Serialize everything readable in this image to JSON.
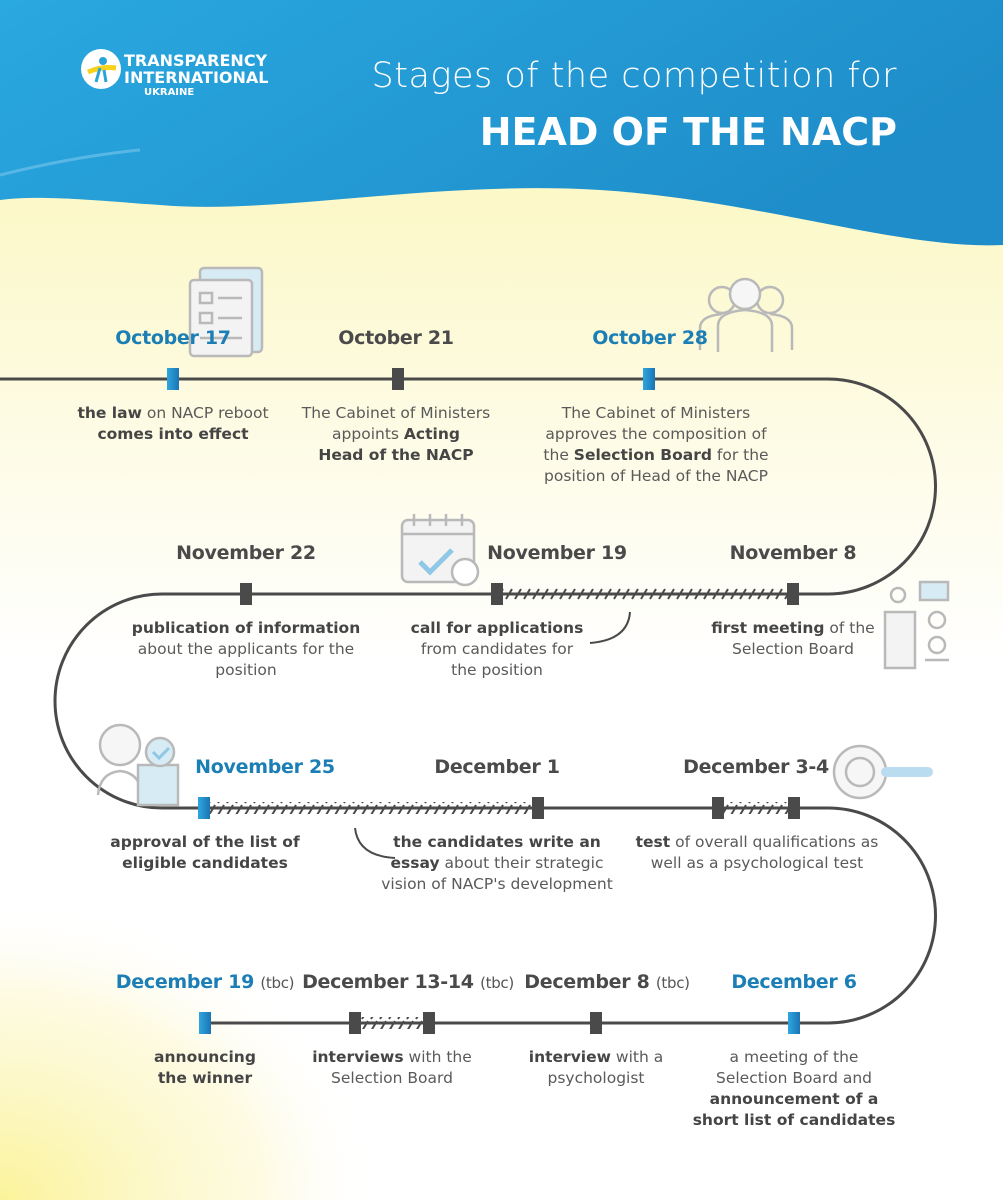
{
  "logo": {
    "line1": "TRANSPARENCY",
    "line2": "INTERNATIONAL",
    "line3": "UKRAINE"
  },
  "title": {
    "line1": "Stages of the competition for",
    "line2": "HEAD OF THE NACP"
  },
  "colors": {
    "blue": "#1b7fb6",
    "dark": "#4a4a4a",
    "header": "#29a3dc",
    "yellow": "#fbf6b5"
  },
  "stages": [
    {
      "date": "October 17",
      "tbc": "",
      "highlight": true,
      "desc": [
        [
          {
            "t": "the law",
            "b": true
          },
          {
            "t": " on NACP reboot"
          }
        ],
        [
          {
            "t": "comes into effect",
            "b": true
          }
        ]
      ]
    },
    {
      "date": "October 21",
      "tbc": "",
      "highlight": false,
      "desc": [
        [
          {
            "t": "The Cabinet of Ministers"
          }
        ],
        [
          {
            "t": "appoints "
          },
          {
            "t": "Acting",
            "b": true
          }
        ],
        [
          {
            "t": "Head of the NACP",
            "b": true
          }
        ]
      ]
    },
    {
      "date": "October 28",
      "tbc": "",
      "highlight": true,
      "desc": [
        [
          {
            "t": "The Cabinet of Ministers"
          }
        ],
        [
          {
            "t": "approves the composition of"
          }
        ],
        [
          {
            "t": "the "
          },
          {
            "t": "Selection Board",
            "b": true
          },
          {
            "t": " for the"
          }
        ],
        [
          {
            "t": "position of Head of the NACP"
          }
        ]
      ]
    },
    {
      "date": "November 8",
      "tbc": "",
      "highlight": false,
      "desc": [
        [
          {
            "t": "first meeting",
            "b": true
          },
          {
            "t": " of the"
          }
        ],
        [
          {
            "t": "Selection Board"
          }
        ]
      ]
    },
    {
      "date": "November 19",
      "tbc": "",
      "highlight": false,
      "desc": [
        [
          {
            "t": "call for applications",
            "b": true
          }
        ],
        [
          {
            "t": "from candidates for"
          }
        ],
        [
          {
            "t": "the position"
          }
        ]
      ]
    },
    {
      "date": "November 22",
      "tbc": "",
      "highlight": false,
      "desc": [
        [
          {
            "t": "publication of information",
            "b": true
          }
        ],
        [
          {
            "t": "about the applicants for the"
          }
        ],
        [
          {
            "t": "position"
          }
        ]
      ]
    },
    {
      "date": "November 25",
      "tbc": "",
      "highlight": true,
      "desc": [
        [
          {
            "t": "approval of the list of",
            "b": true
          }
        ],
        [
          {
            "t": "eligible candidates",
            "b": true
          }
        ]
      ]
    },
    {
      "date": "December 1",
      "tbc": "",
      "highlight": false,
      "desc": [
        [
          {
            "t": "the candidates write an",
            "b": true
          }
        ],
        [
          {
            "t": "essay",
            "b": true
          },
          {
            "t": " about their strategic"
          }
        ],
        [
          {
            "t": "vision of NACP's development"
          }
        ]
      ]
    },
    {
      "date": "December 3-4",
      "tbc": "",
      "highlight": false,
      "desc": [
        [
          {
            "t": "test",
            "b": true
          },
          {
            "t": " of overall qualifications as"
          }
        ],
        [
          {
            "t": "well as a psychological test"
          }
        ]
      ]
    },
    {
      "date": "December 6",
      "tbc": "",
      "highlight": true,
      "desc": [
        [
          {
            "t": "a meeting of the"
          }
        ],
        [
          {
            "t": "Selection Board and"
          }
        ],
        [
          {
            "t": "announcement of a",
            "b": true
          }
        ],
        [
          {
            "t": "short list of candidates",
            "b": true
          }
        ]
      ]
    },
    {
      "date": "December 8",
      "tbc": "(tbc)",
      "highlight": false,
      "desc": [
        [
          {
            "t": "interview",
            "b": true
          },
          {
            "t": " with a"
          }
        ],
        [
          {
            "t": "psychologist"
          }
        ]
      ]
    },
    {
      "date": "December 13-14",
      "tbc": "(tbc)",
      "highlight": false,
      "desc": [
        [
          {
            "t": "interviews",
            "b": true
          },
          {
            "t": " with the"
          }
        ],
        [
          {
            "t": "Selection Board"
          }
        ]
      ]
    },
    {
      "date": "December 19",
      "tbc": "(tbc)",
      "highlight": true,
      "desc": [
        [
          {
            "t": "announcing",
            "b": true
          }
        ],
        [
          {
            "t": "the winner",
            "b": true
          }
        ]
      ]
    }
  ]
}
